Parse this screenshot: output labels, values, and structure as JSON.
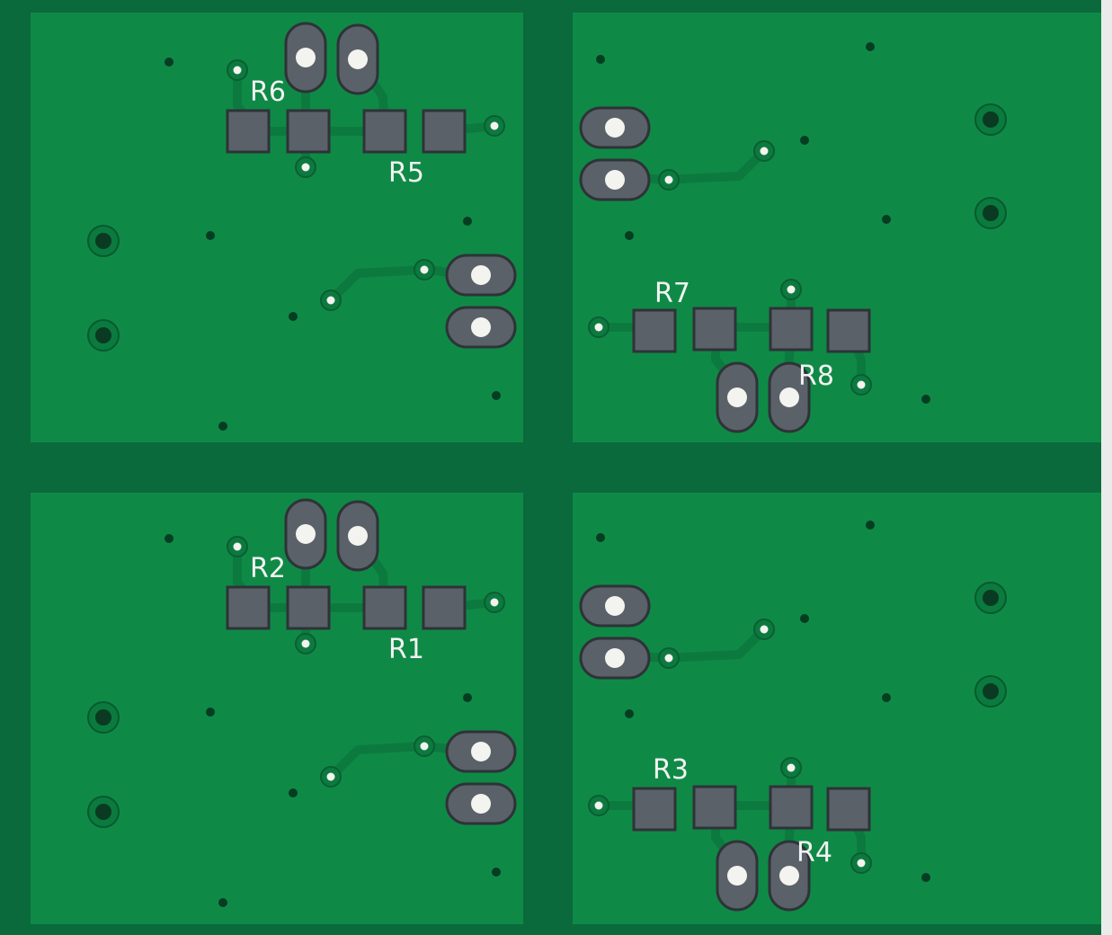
{
  "board": {
    "substrate_color": "#0a6a3c",
    "mask_color": "#0f8a46",
    "trace_color": "#0c7a3e",
    "pad_color": "#5b6168",
    "pad_edge_color": "#2e3338",
    "hole_color": "#f3f3ef",
    "silk_color": "#f2f2f2",
    "edge_color": "#e9ecea"
  },
  "panels": [
    {
      "id": "top-left",
      "labels": {
        "a": "R6",
        "b": "R5"
      }
    },
    {
      "id": "top-right",
      "labels": {
        "a": "R7",
        "b": "R8"
      }
    },
    {
      "id": "bottom-left",
      "labels": {
        "a": "R2",
        "b": "R1"
      }
    },
    {
      "id": "bottom-right",
      "labels": {
        "a": "R3",
        "b": "R4"
      }
    }
  ]
}
